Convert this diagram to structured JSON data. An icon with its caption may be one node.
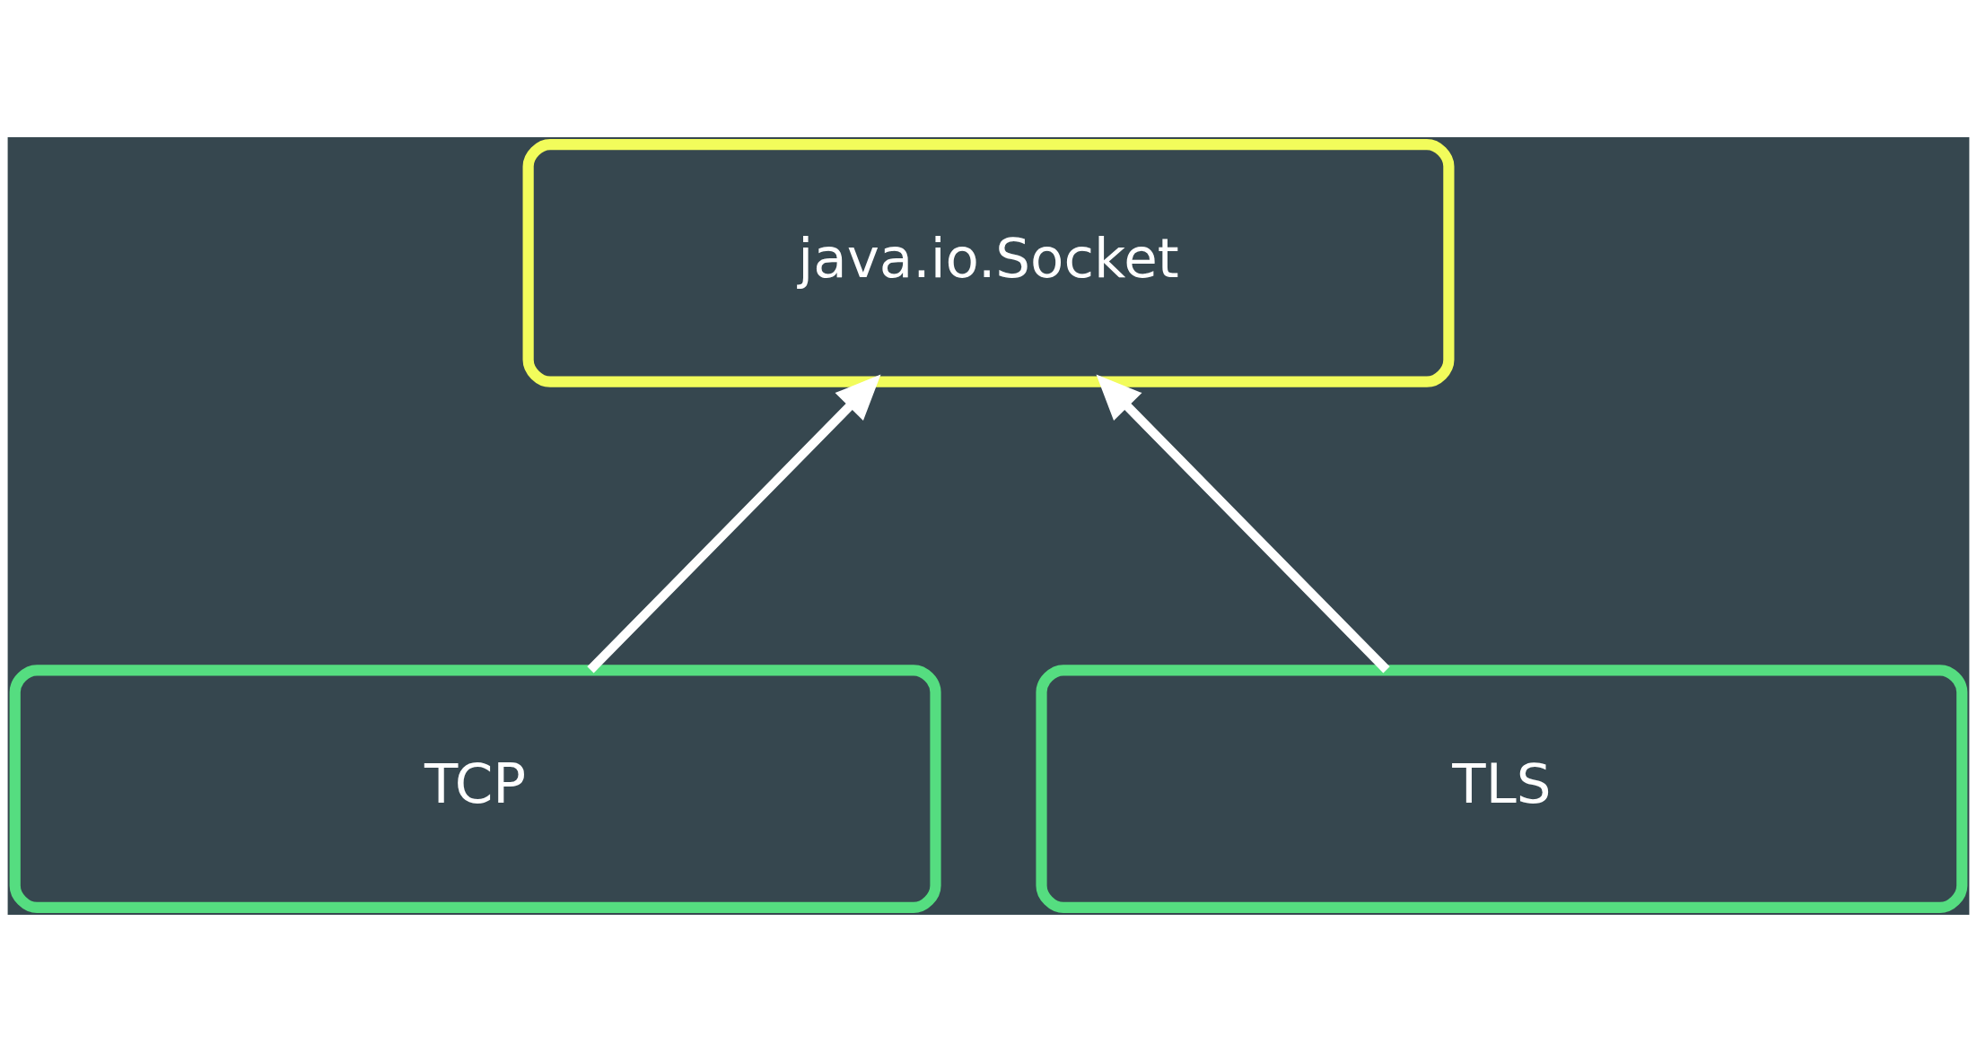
{
  "diagram": {
    "nodes": [
      {
        "text": [
          "java.io.Socket"
        ]
      },
      {
        "text": [
          "TCP"
        ]
      },
      {
        "text": [
          "TLS"
        ]
      }
    ],
    "edges": [
      {
        "from": 1,
        "to": 0,
        "arrow": "to"
      },
      {
        "from": 2,
        "to": 0,
        "arrow": "to"
      }
    ]
  }
}
